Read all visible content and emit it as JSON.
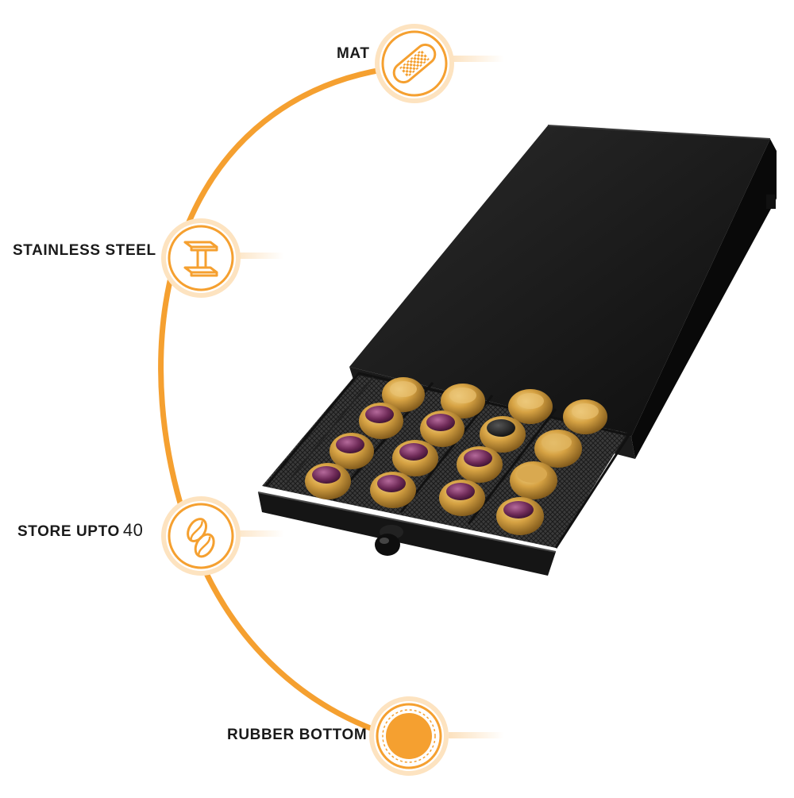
{
  "features": {
    "mat": {
      "label": "MAT",
      "icon": "mat-pad-icon"
    },
    "steel": {
      "label": "STAINLESS STEEL",
      "icon": "steel-beam-icon"
    },
    "store": {
      "label": "STORE UPTO",
      "number": "40",
      "icon": "coffee-bean-icon"
    },
    "rubber": {
      "label": "RUBBER BOTTOM",
      "icon": "rubber-foot-icon"
    }
  },
  "colors": {
    "accent": "#F5A030",
    "accent_light": "#FDE3C0",
    "drawer_black": "#141414",
    "pod_gold": "#C99535",
    "pod_purple": "#6E2A57"
  }
}
